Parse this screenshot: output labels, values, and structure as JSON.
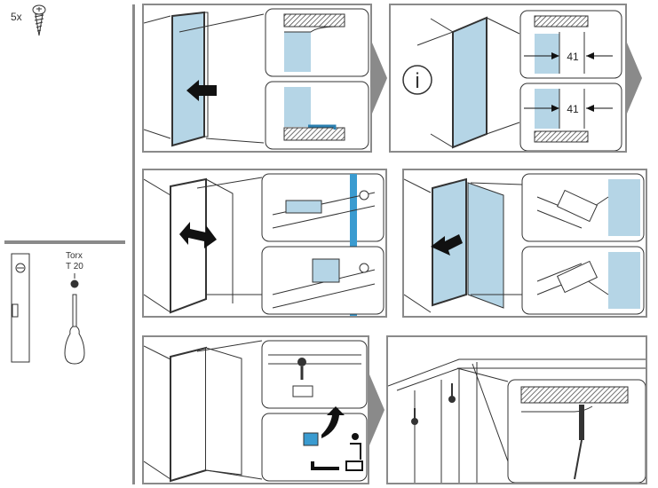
{
  "parts": {
    "screw_quantity": "5x"
  },
  "tools": {
    "torx_label": "Torx",
    "torx_size": "T 20"
  },
  "steps": {
    "step2": {
      "info_symbol": "i",
      "top_dimension": "41",
      "bottom_dimension": "41"
    }
  },
  "colors": {
    "panel_blue": "#b5d5e6",
    "frame_gray": "#8a8a8a",
    "accent_blue": "#3a9bd0"
  }
}
